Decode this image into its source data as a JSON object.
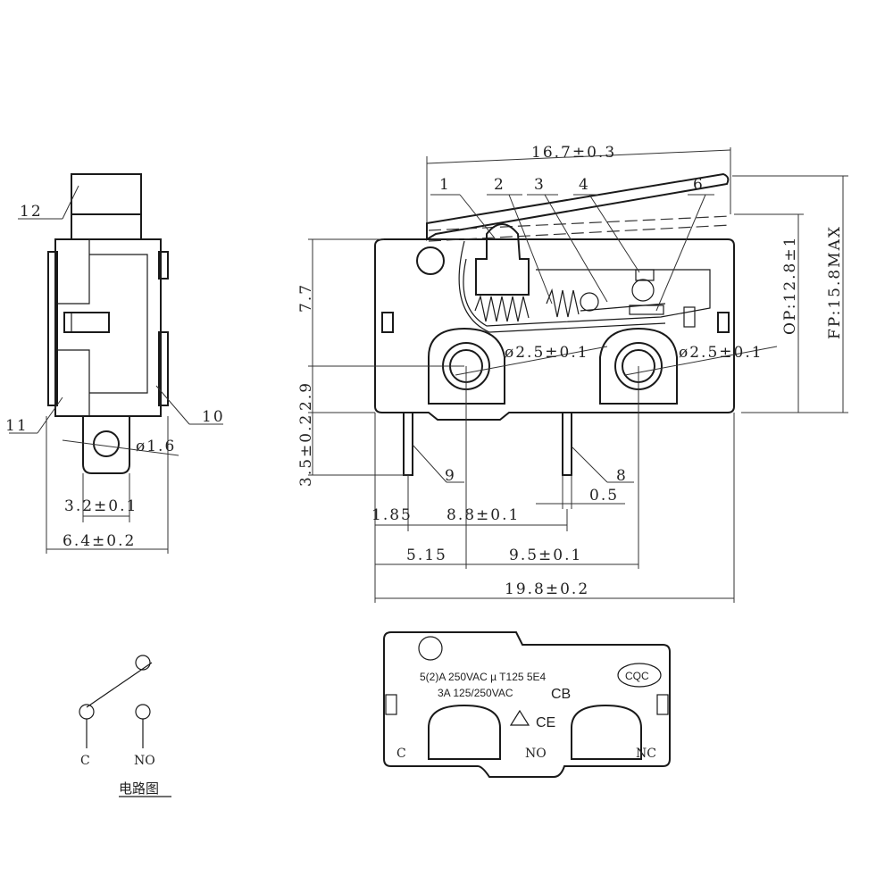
{
  "side_view": {
    "callouts": {
      "c12": "12",
      "c11": "11",
      "c10": "10"
    },
    "dims": {
      "hole": "ø1.6",
      "w1": "3.2±0.1",
      "w2": "6.4±0.2"
    }
  },
  "front_view": {
    "callouts": {
      "c1": "1",
      "c2": "2",
      "c3": "3",
      "c4": "4",
      "c6": "6",
      "c9": "9",
      "c8": "8"
    },
    "dims": {
      "top": "16.7±0.3",
      "fp": "FP:15.8MAX",
      "op": "OP:12.8±1",
      "h77": "7.7",
      "h229": "2.9",
      "h35": "3.5±0.2",
      "hole1": "ø2.5±0.1",
      "hole2": "ø2.5±0.1",
      "d05": "0.5",
      "d185": "1.85",
      "d88": "8.8±0.1",
      "d515": "5.15",
      "d95": "9.5±0.1",
      "d198": "19.8±0.2"
    }
  },
  "label_view": {
    "line1": "5(2)A 250VAC µ T125 5E4",
    "line2": "3A  125/250VAC",
    "cb": "CB",
    "cqc": "CQC",
    "ce": "CE",
    "t_c": "C",
    "t_no": "NO",
    "t_nc": "NC"
  },
  "circuit": {
    "c": "C",
    "no": "NO",
    "caption": "电路图"
  }
}
